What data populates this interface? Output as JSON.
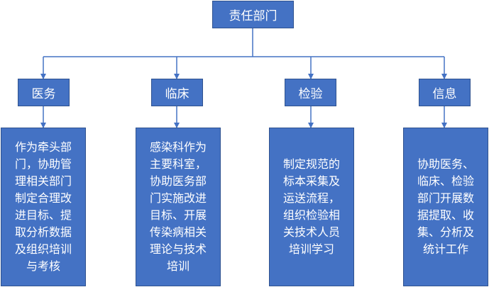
{
  "root": {
    "label": "责任部门"
  },
  "departments": [
    {
      "label": "医务",
      "text": "作为牵头部\n门，协助管\n理相关部门\n制定合理改\n进目标、提\n取分析数据\n及组织培训\n与考核"
    },
    {
      "label": "临床",
      "text": "感染科作为\n主要科室，\n协助医务部\n门实施改进\n目标、开展\n传染病相关\n理论与技术\n培训"
    },
    {
      "label": "检验",
      "text": "制定规范的\n标本采集及\n运送流程，\n组织检验相\n关技术人员\n培训学习"
    },
    {
      "label": "信息",
      "text": "协助医务、\n临床、检验\n部门开展数\n据提取、收\n集、分析及\n统计工作"
    }
  ],
  "colors": {
    "box_fill": "#4472c4",
    "box_border": "#2f528f",
    "connector": "#4472c4",
    "text": "#ffffff"
  }
}
